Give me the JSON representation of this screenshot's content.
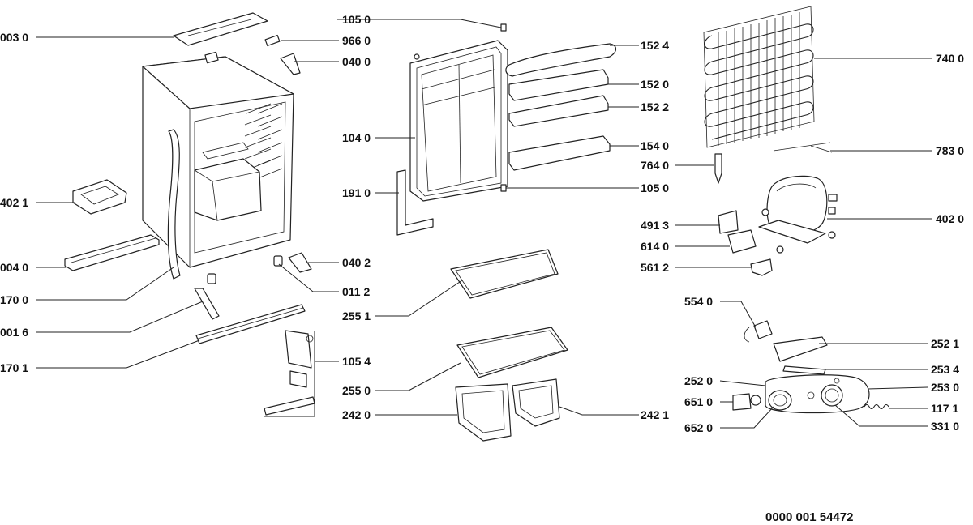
{
  "diagram": {
    "document_number": "0000 001 54472",
    "callouts": [
      {
        "id": "p0030",
        "text": "003 0"
      },
      {
        "id": "p4021",
        "text": "402 1"
      },
      {
        "id": "p0040",
        "text": "004 0"
      },
      {
        "id": "p1700",
        "text": "170 0"
      },
      {
        "id": "p0016",
        "text": "001 6"
      },
      {
        "id": "p1701",
        "text": "170 1"
      },
      {
        "id": "p1050a",
        "text": "105 0"
      },
      {
        "id": "p9660",
        "text": "966 0"
      },
      {
        "id": "p0400",
        "text": "040 0"
      },
      {
        "id": "p1040",
        "text": "104 0"
      },
      {
        "id": "p1910",
        "text": "191 0"
      },
      {
        "id": "p0402",
        "text": "040 2"
      },
      {
        "id": "p0112",
        "text": "011 2"
      },
      {
        "id": "p2551",
        "text": "255 1"
      },
      {
        "id": "p1054",
        "text": "105 4"
      },
      {
        "id": "p2550",
        "text": "255 0"
      },
      {
        "id": "p2420",
        "text": "242 0"
      },
      {
        "id": "p1524",
        "text": "152 4"
      },
      {
        "id": "p1520",
        "text": "152 0"
      },
      {
        "id": "p1522",
        "text": "152 2"
      },
      {
        "id": "p1540",
        "text": "154 0"
      },
      {
        "id": "p1050b",
        "text": "105 0"
      },
      {
        "id": "p2421",
        "text": "242 1"
      },
      {
        "id": "p7400",
        "text": "740 0"
      },
      {
        "id": "p7830",
        "text": "783 0"
      },
      {
        "id": "p7640",
        "text": "764 0"
      },
      {
        "id": "p4913",
        "text": "491 3"
      },
      {
        "id": "p4020",
        "text": "402 0"
      },
      {
        "id": "p6140",
        "text": "614 0"
      },
      {
        "id": "p5612",
        "text": "561 2"
      },
      {
        "id": "p5540",
        "text": "554 0"
      },
      {
        "id": "p2521",
        "text": "252 1"
      },
      {
        "id": "p2534",
        "text": "253 4"
      },
      {
        "id": "p2520",
        "text": "252 0"
      },
      {
        "id": "p2530",
        "text": "253 0"
      },
      {
        "id": "p6510",
        "text": "651 0"
      },
      {
        "id": "p1171",
        "text": "117 1"
      },
      {
        "id": "p6520",
        "text": "652 0"
      },
      {
        "id": "p3310",
        "text": "331 0"
      }
    ]
  }
}
